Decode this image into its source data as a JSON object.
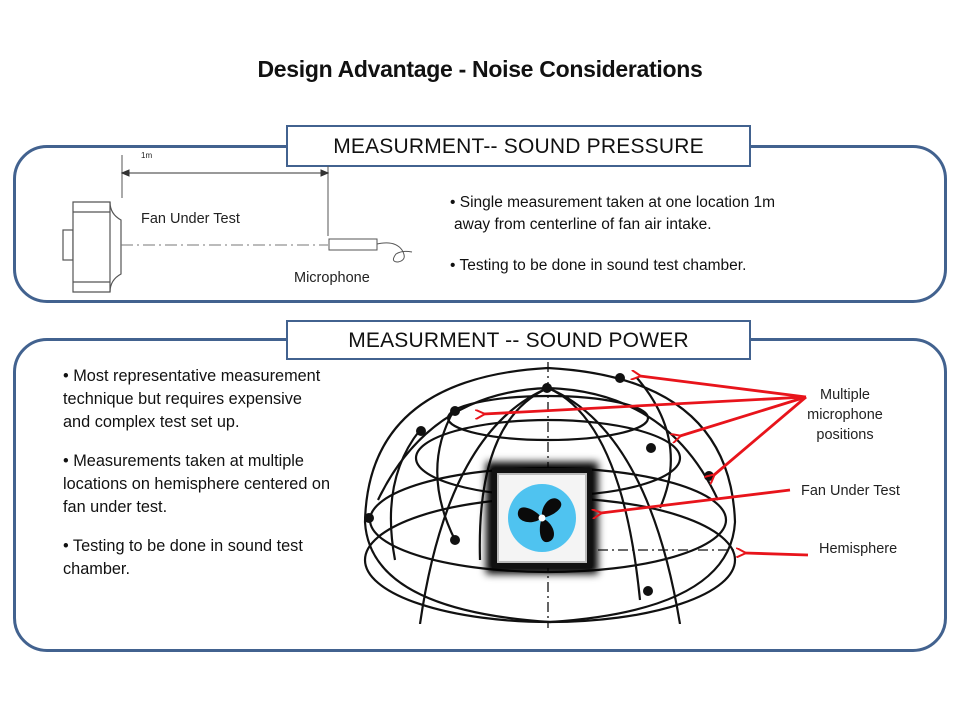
{
  "title": "Design Advantage - Noise Considerations",
  "colors": {
    "panel_border": "#42628f",
    "arrow": "#e8141b",
    "fan_disc": "#4fc3f0"
  },
  "sound_pressure": {
    "header": "MEASURMENT-- SOUND PRESSURE",
    "diagram": {
      "distance_label": "1m",
      "fan_label": "Fan Under Test",
      "microphone_label": "Microphone"
    },
    "bullets": [
      {
        "line1": "•  Single measurement taken at one location 1m",
        "line2": "away from centerline of fan air intake."
      },
      {
        "line1": "• Testing to be done in sound test chamber."
      }
    ]
  },
  "sound_power": {
    "header": "MEASURMENT -- SOUND POWER",
    "bullets": [
      "• Most representative measurement technique but requires expensive and complex test set up.",
      "• Measurements taken at multiple locations on hemisphere centered on fan under test.",
      "• Testing to be done in sound test chamber."
    ],
    "diagram": {
      "mic_label_line1": "Multiple",
      "mic_label_line2": "microphone",
      "mic_label_line3": "positions",
      "fan_label": "Fan Under Test",
      "hemisphere_label": "Hemisphere",
      "fan_icon": "fan-icon"
    }
  }
}
